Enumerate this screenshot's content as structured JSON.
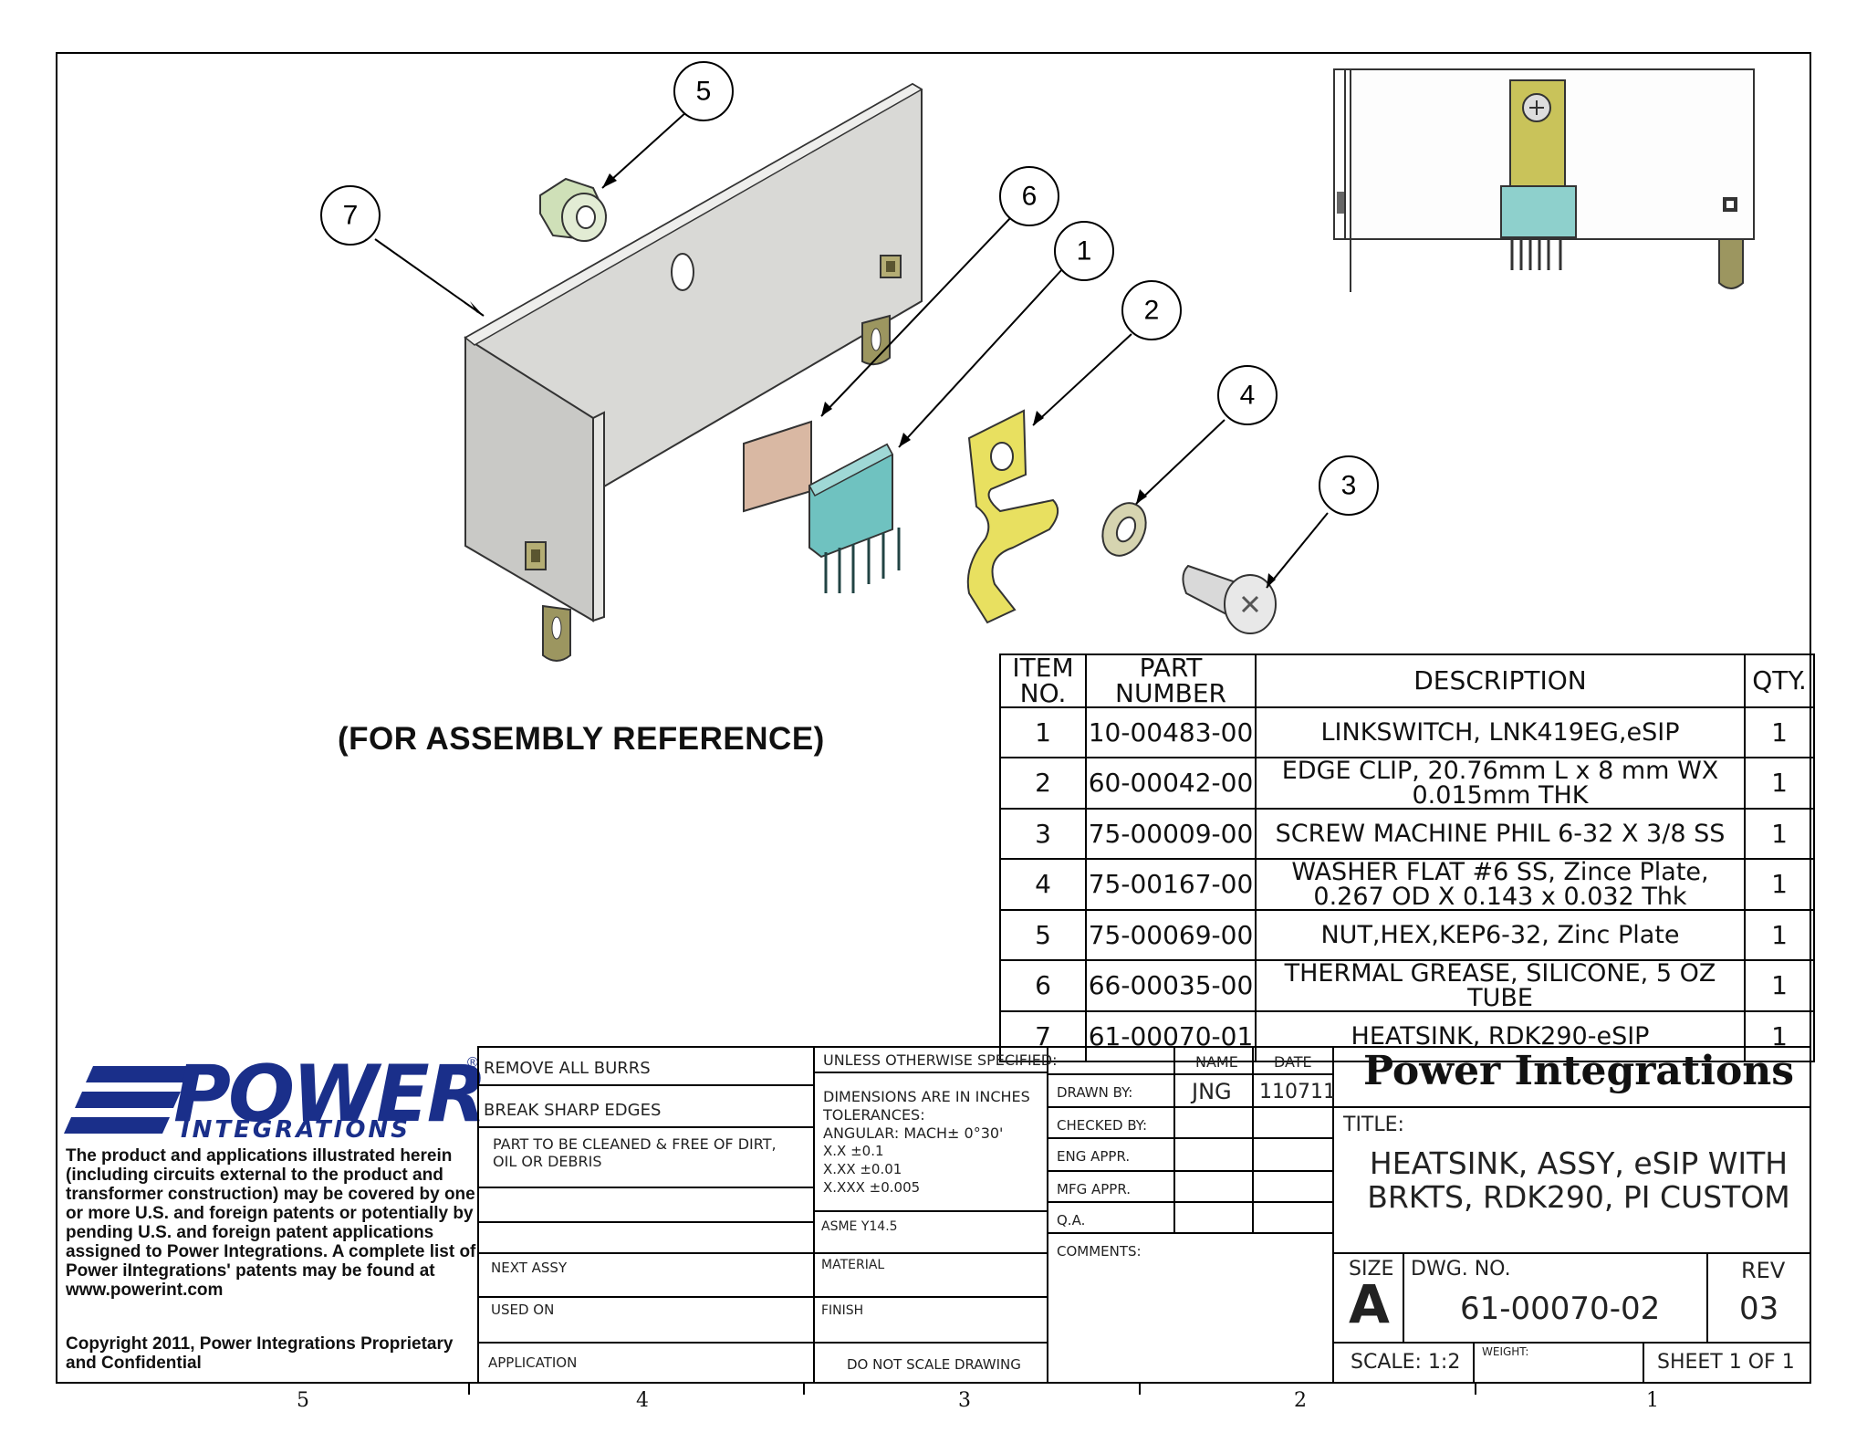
{
  "balloons": [
    "5",
    "7",
    "6",
    "1",
    "2",
    "4",
    "3"
  ],
  "assembly_note": "(FOR ASSEMBLY REFERENCE)",
  "bom": {
    "headers": {
      "item_line1": "ITEM",
      "item_line2": "NO.",
      "part_line1": "PART",
      "part_line2": "NUMBER",
      "description": "DESCRIPTION",
      "qty": "QTY."
    },
    "rows": [
      {
        "item": "1",
        "part": "10-00483-00",
        "desc": "LINKSWITCH, LNK419EG,eSIP",
        "qty": "1"
      },
      {
        "item": "2",
        "part": "60-00042-00",
        "desc": "EDGE CLIP, 20.76mm L x 8 mm WX 0.015mm THK",
        "qty": "1"
      },
      {
        "item": "3",
        "part": "75-00009-00",
        "desc": "SCREW MACHINE PHIL 6-32 X 3/8 SS",
        "qty": "1"
      },
      {
        "item": "4",
        "part": "75-00167-00",
        "desc": "WASHER FLAT #6 SS, Zince Plate, 0.267 OD X 0.143 x 0.032 Thk",
        "qty": "1"
      },
      {
        "item": "5",
        "part": "75-00069-00",
        "desc": "NUT,HEX,KEP6-32, Zinc Plate",
        "qty": "1"
      },
      {
        "item": "6",
        "part": "66-00035-00",
        "desc": "THERMAL GREASE, SILICONE, 5 OZ TUBE",
        "qty": "1"
      },
      {
        "item": "7",
        "part": "61-00070-01",
        "desc": "HEATSINK, RDK290-eSIP",
        "qty": "1"
      }
    ]
  },
  "logo": {
    "word": "POWER",
    "sub": "INTEGRATIONS",
    "registered": "®"
  },
  "notice": "The product and applications illustrated herein (including circuits external to the product and transformer construction) may be covered by one or more U.S. and foreign patents or potentially by pending U.S. and foreign patent applications assigned to Power Integrations. A complete list of Power iIntegrations' patents may be found at www.powerint.com",
  "copyright": "Copyright 2011, Power Integrations Proprietary and Confidential",
  "notes": {
    "burrs": "REMOVE ALL BURRS",
    "edges": "BREAK SHARP EDGES",
    "clean": "PART TO BE CLEANED & FREE OF DIRT, OIL OR DEBRIS",
    "next_assy": "NEXT ASSY",
    "used_on": "USED ON",
    "application": "APPLICATION"
  },
  "tolerances": {
    "unless": "UNLESS OTHERWISE SPECIFIED:",
    "dims": "DIMENSIONS ARE IN INCHES",
    "tol": "TOLERANCES:",
    "angular": "ANGULAR: MACH± 0°30'",
    "x1": "X.X ±0.1",
    "x2": "X.XX ±0.01",
    "x3": "X.XXX ±0.005",
    "asme": "ASME Y14.5",
    "material": "MATERIAL",
    "finish": "FINISH",
    "noscale": "DO NOT SCALE DRAWING"
  },
  "signoff": {
    "name_h": "NAME",
    "date_h": "DATE",
    "drawn": "DRAWN BY:",
    "drawn_name": "JNG",
    "drawn_date": "110711",
    "checked": "CHECKED BY:",
    "eng": "ENG APPR.",
    "mfg": "MFG APPR.",
    "qa": "Q.A.",
    "comments": "COMMENTS:"
  },
  "title_block": {
    "company": "Power Integrations",
    "title_label": "TITLE:",
    "title_line1": "HEATSINK, ASSY, eSIP WITH",
    "title_line2": "BRKTS, RDK290, PI CUSTOM",
    "size_label": "SIZE",
    "size": "A",
    "dwg_label": "DWG.  NO.",
    "dwg_no": "61-00070-02",
    "rev_label": "REV",
    "rev": "03",
    "scale": "SCALE: 1:2",
    "weight": "WEIGHT:",
    "sheet": "SHEET 1 OF 1"
  },
  "zones": [
    "5",
    "4",
    "3",
    "2",
    "1"
  ],
  "colors": {
    "logo_blue": "#1a2f8a",
    "heatsink": "#d4d4d0",
    "clip": "#e8e060",
    "chip": "#6fc2c0",
    "grease": "#d9b8a3",
    "nut": "#cfe0b8"
  }
}
